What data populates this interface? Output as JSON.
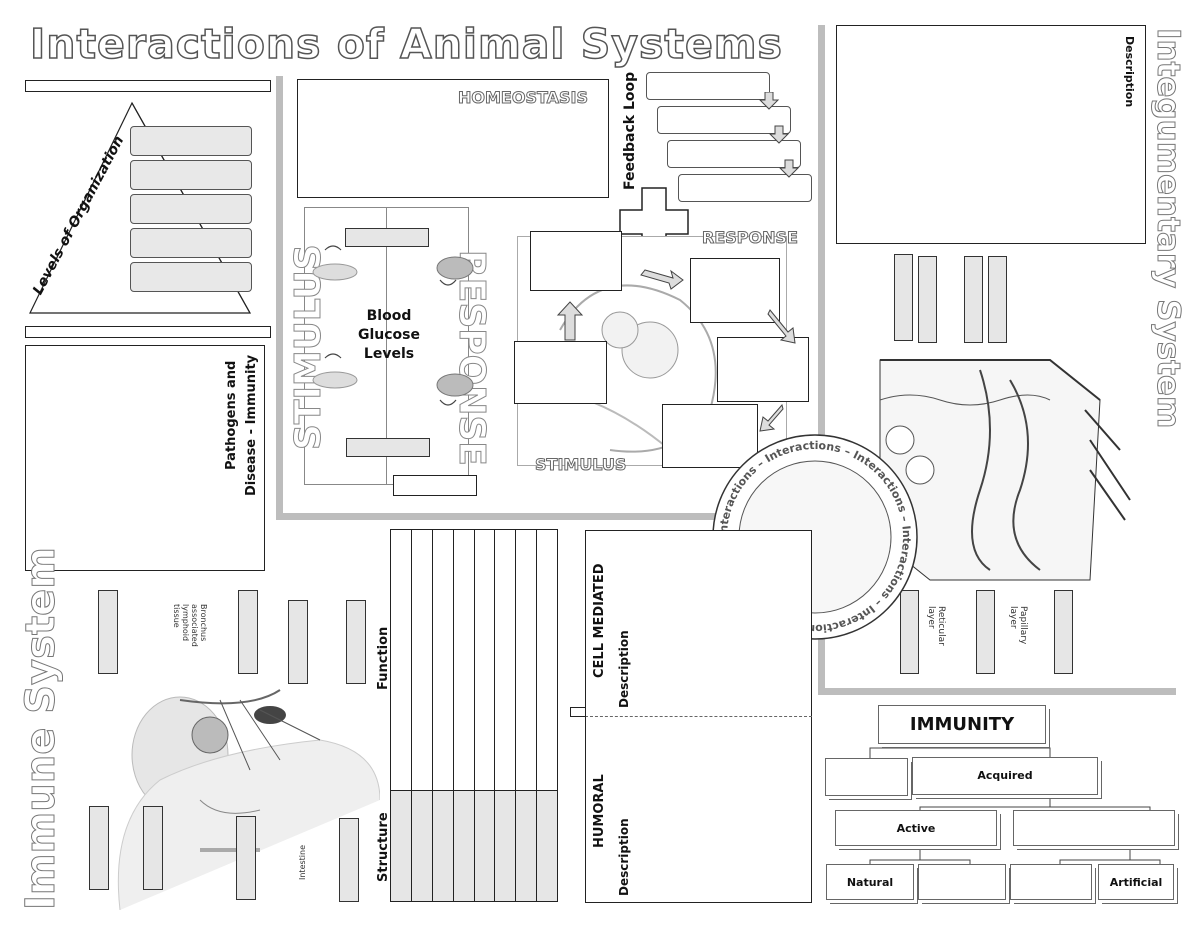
{
  "title": "Interactions of Animal Systems",
  "levels": {
    "label": "Levels of Organization"
  },
  "pathogens": {
    "label_line1": "Pathogens and",
    "label_line2": "Disease - Immunity"
  },
  "homeostasis": {
    "title": "HOMEOSTASIS",
    "feedback_label": "Feedback Loop",
    "stimulus_big": "STIMULUS",
    "response_big": "RESPONSE",
    "center_label_line1": "Blood",
    "center_label_line2": "Glucose",
    "center_label_line3": "Levels",
    "response_small": "RESPONSE",
    "stimulus_small": "STIMULUS"
  },
  "integumentary": {
    "title": "Integumentary System",
    "description": "Description",
    "reticular": "Reticular layer",
    "papillary": "Papillary layer"
  },
  "interactions_ring": "Interactions – Interactions – Interactions – Interactions – Interactions – Interactions – Interactions –",
  "immune": {
    "title": "Immune System",
    "bronchus": "Bronchus associated lymphoid tissue",
    "intestine": "Intestine"
  },
  "table": {
    "function_label": "Function",
    "structure_label": "Structure"
  },
  "response_types": {
    "cell_mediated": "CELL MEDIATED",
    "humoral": "HUMORAL",
    "description": "Description"
  },
  "immunity_tree": {
    "root": "IMMUNITY",
    "acquired": "Acquired",
    "active": "Active",
    "natural": "Natural",
    "artificial": "Artificial"
  },
  "colors": {
    "bar_gray": "#bdbdbd",
    "box_gray": "#e6e6e6",
    "outline_text": "#555555"
  }
}
